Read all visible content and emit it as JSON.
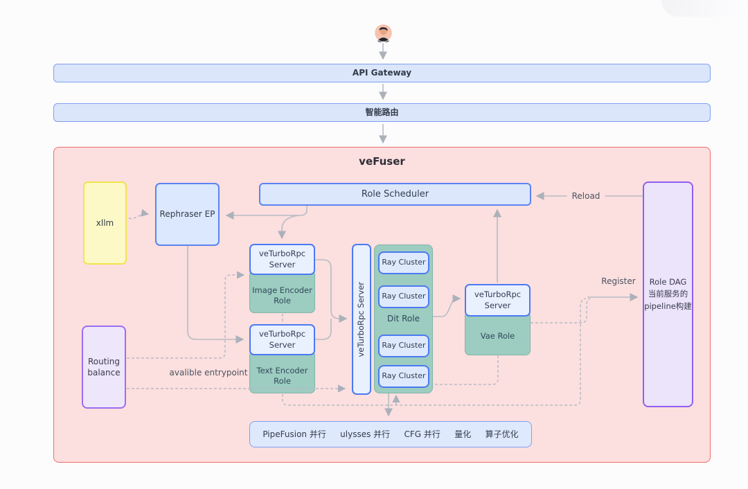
{
  "gateway": {
    "label": "API Gateway"
  },
  "routing_bar": {
    "label": "智能路由"
  },
  "vefuser": {
    "title": "veFuser"
  },
  "scheduler": {
    "label": "Role Scheduler"
  },
  "xllm": {
    "label": "xllm"
  },
  "rephraser": {
    "label": "Rephraser EP"
  },
  "image_encoder": {
    "server": "veTurboRpc Server",
    "role": "Image Encoder Role"
  },
  "text_encoder": {
    "server": "veTurboRpc Server",
    "role": "Text Encoder Role"
  },
  "dit": {
    "server": "veTurboRpc Server",
    "role": "Dit Role",
    "ray_clusters": [
      "Ray Cluster",
      "Ray Cluster",
      "Ray Cluster",
      "Ray Cluster"
    ]
  },
  "vae": {
    "server": "veTurboRpc Server",
    "role": "Vae Role"
  },
  "role_dag": {
    "line1": "Role DAG",
    "line2": "当前服务的",
    "line3": "pipeline构建"
  },
  "routing_balance": {
    "line1": "Routing",
    "line2": "balance"
  },
  "labels": {
    "reload": "Reload",
    "register": "Register",
    "entrypoint": "avalible entrypoint"
  },
  "footer": {
    "items": [
      "PipeFusion 并行",
      "ulysses 并行",
      "CFG 并行",
      "量化",
      "算子优化"
    ]
  },
  "colors": {
    "pink_bg": "#fcdfdf",
    "red_border": "#ef6b6b",
    "blue_fill": "#dbe6fb",
    "blue_border": "#5b83f0",
    "server_border": "#4a7af2",
    "teal_fill": "#9dccc1",
    "purple_border": "#915df0",
    "purple_fill": "#ebe4fb",
    "yellow_fill": "#fcf9c6",
    "yellow_border": "#f2e44c",
    "line_gray": "#b6bcc4"
  }
}
